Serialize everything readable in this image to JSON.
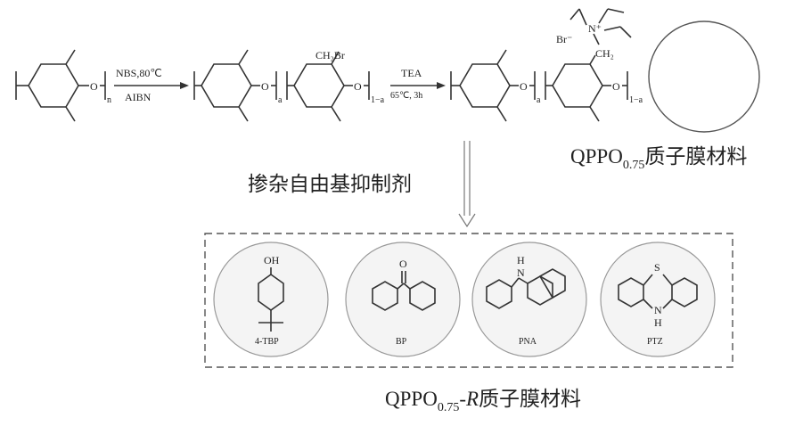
{
  "step1": {
    "reagent_top": "NBS,80℃",
    "reagent_bottom": "AIBN"
  },
  "step2": {
    "reagent_top": "TEA",
    "reagent_bottom": "65℃, 3h"
  },
  "polymer": {
    "sub_n": "n",
    "sub_a": "a",
    "sub_1a": "1−a",
    "ch2br": "CH₂Br",
    "ch2": "CH₂",
    "br": "Br⁻",
    "n_plus": "N⁺"
  },
  "membrane_label": {
    "main": "QPPO",
    "sub": "0.75",
    "suffix": "质子膜材料"
  },
  "doping_label": "掺杂自由基抑制剂",
  "inhibitors": [
    {
      "name": "4-TBP",
      "atom": "OH"
    },
    {
      "name": "BP",
      "atom": "O"
    },
    {
      "name": "PNA",
      "atom": "H\nN"
    },
    {
      "name": "PTZ",
      "atom": "S"
    }
  ],
  "ptz_nh": "N\nH",
  "final_label": {
    "main": "QPPO",
    "sub": "0.75",
    "dash": "-",
    "r": "R",
    "suffix": "质子膜材料"
  },
  "colors": {
    "line": "#333333",
    "circle_fill": "#f4f4f4",
    "dash_box": "#555555"
  }
}
